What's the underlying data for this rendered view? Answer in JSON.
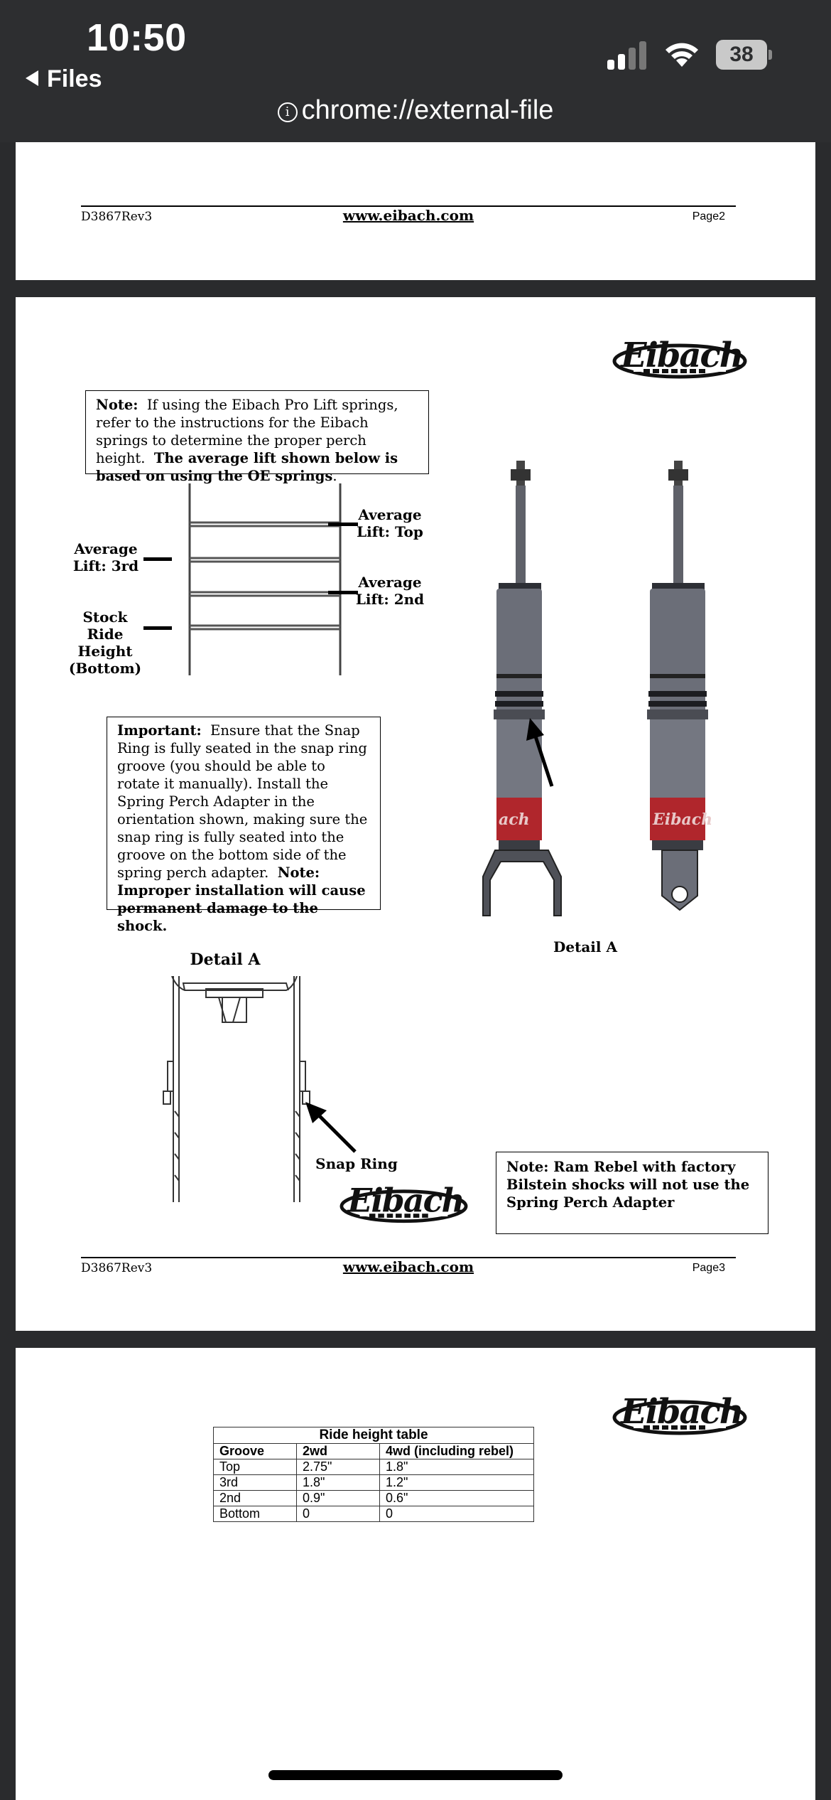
{
  "status_bar": {
    "time": "10:50",
    "back_label": "Files",
    "battery": "38",
    "url": "chrome://external-file"
  },
  "page2": {
    "doc_id": "D3867Rev3",
    "site": "www.eibach.com",
    "page": "Page2"
  },
  "page3": {
    "logo_text": "Eibach",
    "note_box": {
      "lead": "Note:",
      "text": "If using the Eibach Pro Lift springs, refer to the instructions for the Eibach springs to determine the proper perch height.",
      "bold": "The average lift shown below is based on using the OE springs",
      "end": "."
    },
    "labels": {
      "avg_lift_top": "Average Lift: Top",
      "avg_lift_3rd": "Average Lift: 3rd",
      "avg_lift_2nd": "Average Lift: 2nd",
      "stock_ride_height": "Stock Ride Height (Bottom)",
      "detail_a_arrow": "Detail A",
      "detail_a_title": "Detail A",
      "snap_ring": "Snap Ring"
    },
    "important_box": {
      "lead": "Important:",
      "text": "Ensure that the Snap Ring is fully seated in the snap ring groove (you should be able to rotate it manually). Install the Spring Perch Adapter in the orientation shown, making sure the snap ring is fully seated into the groove on the bottom side of the spring perch adapter.",
      "note_lead": "Note:",
      "warning": "Improper installation will cause permanent damage to the shock."
    },
    "ram_note": "Note: Ram Rebel with factory Bilstein shocks will not use the Spring Perch Adapter",
    "doc_id": "D3867Rev3",
    "site": "www.eibach.com",
    "page": "Page3"
  },
  "page4": {
    "logo_text": "Eibach",
    "table": {
      "title": "Ride height table",
      "headers": [
        "Groove",
        "2wd",
        "4wd (including rebel)"
      ],
      "rows": [
        [
          "Top",
          "2.75\"",
          "1.8\""
        ],
        [
          "3rd",
          "1.8\"",
          "1.2\""
        ],
        [
          "2nd",
          "0.9\"",
          "0.6\""
        ],
        [
          "Bottom",
          "0",
          "0"
        ]
      ]
    }
  },
  "colors": {
    "shock_body": "#6b6e78",
    "shock_band": "#b0262c",
    "chrome_bar": "#2d2e30"
  }
}
